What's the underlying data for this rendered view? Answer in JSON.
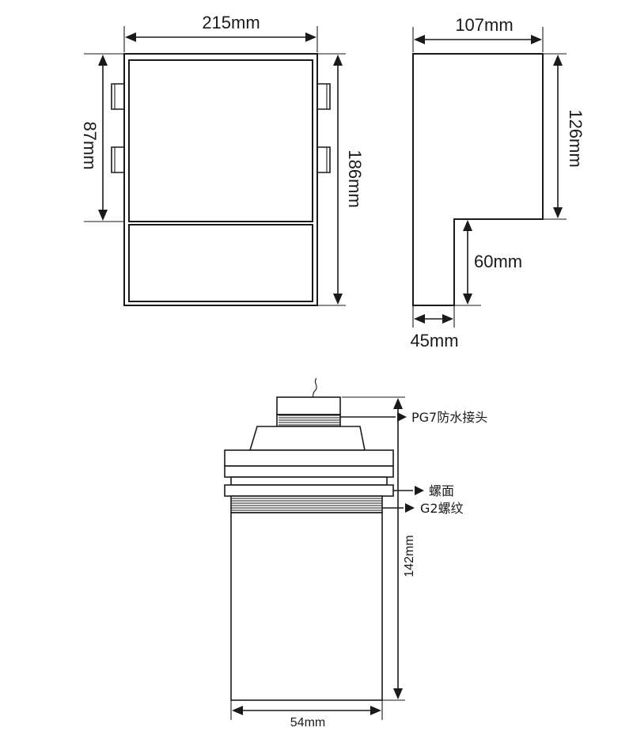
{
  "front_view": {
    "width_label": "215mm",
    "upper_height_label": "87mm",
    "total_height_label": "186mm"
  },
  "side_view": {
    "width_label": "107mm",
    "height_label": "126mm",
    "lower_height_label": "60mm",
    "lower_width_label": "45mm"
  },
  "sensor_view": {
    "callout_gland": "PG7防水接头",
    "callout_nut_face": "螺面",
    "callout_thread": "G2螺纹",
    "height_label": "142mm",
    "width_label": "54mm"
  }
}
